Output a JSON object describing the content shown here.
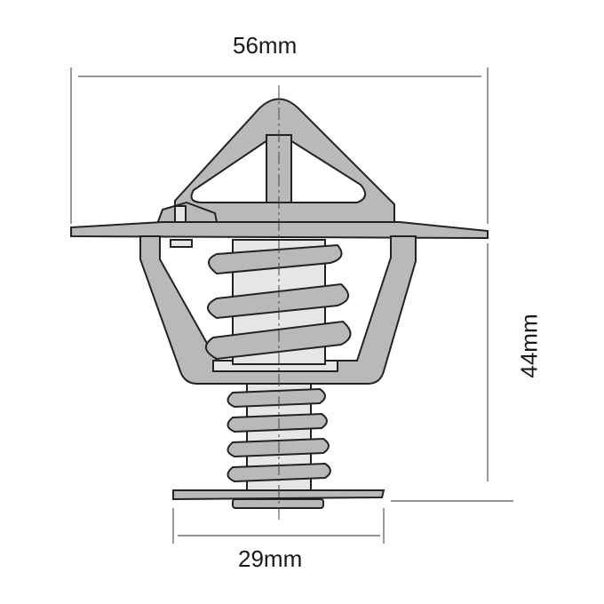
{
  "diagram": {
    "dimensions": {
      "overall_width": "56mm",
      "height": "44mm",
      "bottom_width": "29mm"
    },
    "colors": {
      "outline": "#222222",
      "body_fill": "#b9b9b9",
      "light_fill": "#e6e6e6",
      "dim_line": "#555555"
    }
  }
}
